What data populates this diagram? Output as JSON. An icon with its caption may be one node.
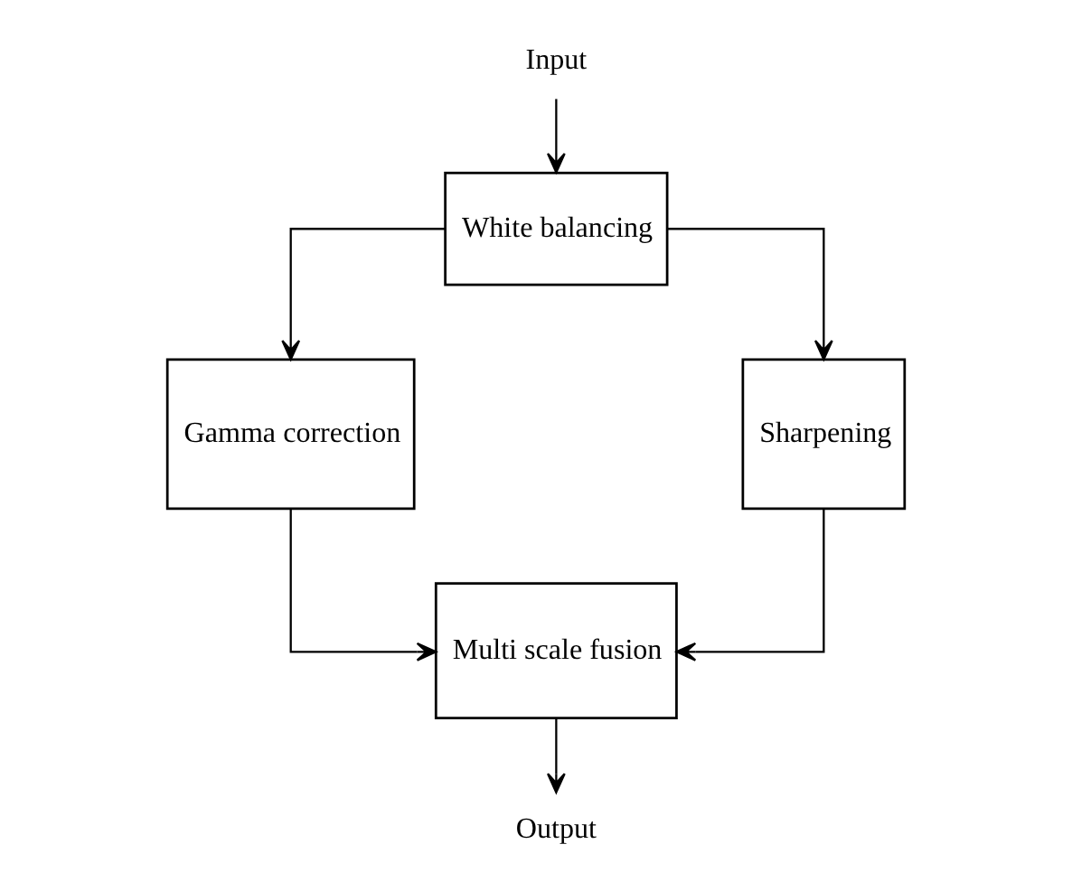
{
  "diagram": {
    "nodes": [
      {
        "text": [
          "Input"
        ]
      },
      {
        "text": [
          "White balancing"
        ]
      },
      {
        "text": [
          "Gamma correction"
        ]
      },
      {
        "text": [
          "Sharpening"
        ]
      },
      {
        "text": [
          "Multi scale fusion"
        ]
      },
      {
        "text": [
          "Output"
        ]
      }
    ],
    "edges": [
      {
        "from": 0,
        "to": 1,
        "arrow": "to"
      },
      {
        "from": 1,
        "to": 2,
        "arrow": "to"
      },
      {
        "from": 1,
        "to": 3,
        "arrow": "to"
      },
      {
        "from": 2,
        "to": 4,
        "arrow": "to"
      },
      {
        "from": 3,
        "to": 4,
        "arrow": "to"
      },
      {
        "from": 4,
        "to": 5,
        "arrow": "to"
      }
    ]
  }
}
